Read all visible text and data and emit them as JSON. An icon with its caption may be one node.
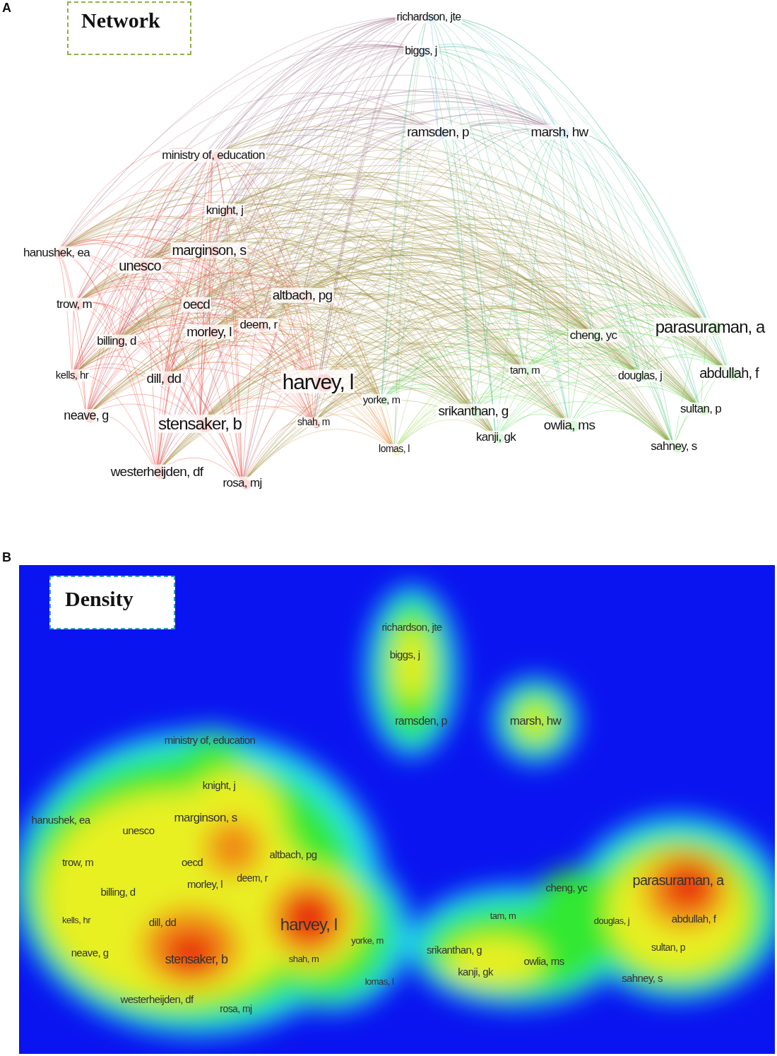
{
  "diagram": {
    "labels": [
      "A",
      "Network",
      "richardson, jte",
      "biggs, j",
      "ramsden, p",
      "marsh, hw",
      "ministry of, education",
      "knight, j",
      "hanushek, ea",
      "marginson, s",
      "unesco",
      "trow, m",
      "oecd",
      "altbach, pg",
      "deem, r",
      "morley, l",
      "parasuraman, a",
      "cheng, yc",
      "billing, d",
      "tam, m",
      "kells, hr",
      "dill, dd",
      "harvey, l",
      "douglas, j",
      "abdullah, f",
      "yorke, m",
      "neave, g",
      "stensaker, b",
      "shah, m",
      "srikanthan, g",
      "sultan, p",
      "owlia, ms",
      "kanji, gk",
      "lomas, l",
      "sahney, s",
      "westerheijden, df",
      "rosa, mj",
      "B",
      "Density",
      "richardson, jte",
      "biggs, j",
      "ramsden, p",
      "marsh, hw",
      "ministry of, education",
      "knight, j",
      "hanushek, ea",
      "marginson, s",
      "unesco",
      "trow, m",
      "oecd",
      "altbach, pg",
      "deem, r",
      "morley, l",
      "parasuraman, a",
      "cheng, yc",
      "billing, d",
      "tam, m",
      "kells, hr",
      "dill, dd",
      "harvey, l",
      "douglas, j",
      "abdullah, f",
      "yorke, m",
      "neave, g",
      "stensaker, b",
      "shah, m",
      "srikanthan, g",
      "sultan, p",
      "owlia, ms",
      "kanji, gk",
      "lomas, l",
      "sahney, s",
      "westerheijden, df",
      "rosa, mj"
    ]
  }
}
